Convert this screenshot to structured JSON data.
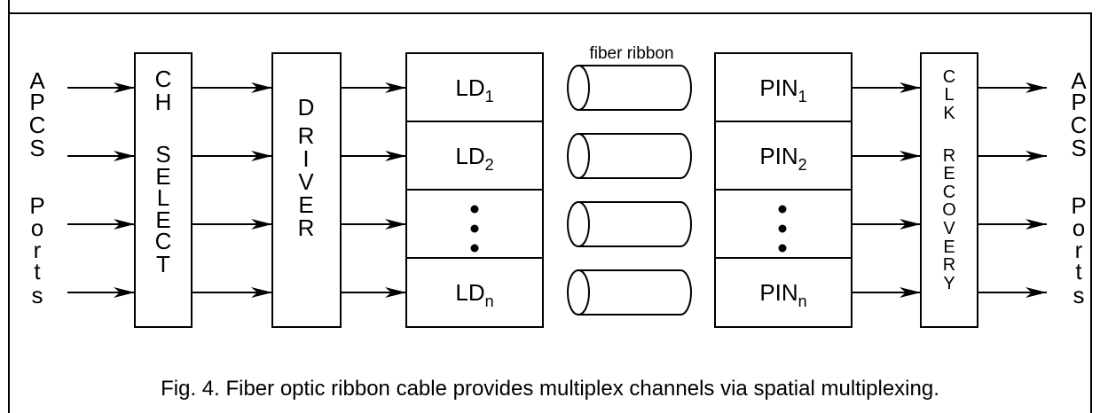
{
  "ports_left": [
    "A",
    "P",
    "C",
    "S",
    "P",
    "o",
    "r",
    "t",
    "s"
  ],
  "ports_right": [
    "A",
    "P",
    "C",
    "S",
    "P",
    "o",
    "r",
    "t",
    "s"
  ],
  "ch_select": [
    "C",
    "H",
    "S",
    "E",
    "L",
    "E",
    "C",
    "T"
  ],
  "driver": [
    "D",
    "R",
    "I",
    "V",
    "E",
    "R"
  ],
  "ld_rows": [
    {
      "base": "LD",
      "sub": "1"
    },
    {
      "base": "LD",
      "sub": "2"
    },
    {
      "base": "",
      "sub": ""
    },
    {
      "base": "LD",
      "sub": "n"
    }
  ],
  "pin_rows": [
    {
      "base": "PIN",
      "sub": "1"
    },
    {
      "base": "PIN",
      "sub": "2"
    },
    {
      "base": "",
      "sub": ""
    },
    {
      "base": "PIN",
      "sub": "n"
    }
  ],
  "fiber_label": "fiber ribbon",
  "clk_recovery": [
    "C",
    "L",
    "K",
    "R",
    "E",
    "C",
    "O",
    "V",
    "E",
    "R",
    "Y"
  ],
  "caption": "Fig. 4.  Fiber optic ribbon cable provides multiplex channels via spatial multiplexing."
}
